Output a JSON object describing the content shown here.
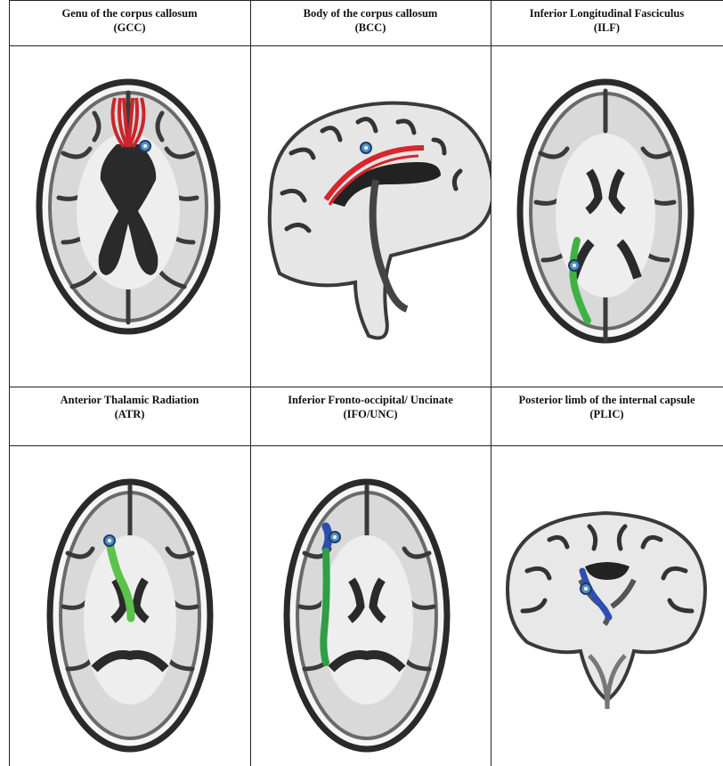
{
  "panels": [
    {
      "title": "Genu of the corpus callosum",
      "abbr": "(GCC)",
      "view": "axial",
      "tract_color": "#c8262b"
    },
    {
      "title": "Body of the corpus callosum",
      "abbr": "(BCC)",
      "view": "sagittal",
      "tract_color": "#d7262c"
    },
    {
      "title": "Inferior Longitudinal Fasciculus",
      "abbr": "(ILF)",
      "view": "axial",
      "tract_color": "#3fb244"
    },
    {
      "title": "Anterior Thalamic Radiation",
      "abbr": "(ATR)",
      "view": "axial",
      "tract_color": "#5bc24a"
    },
    {
      "title": "Inferior Fronto-occipital/ Uncinate",
      "abbr": "(IFO/UNC)",
      "view": "axial",
      "tract_color": "#2f9e45",
      "tract_color_2": "#2a4fb0"
    },
    {
      "title": "Posterior limb of the internal capsule",
      "abbr": "(PLIC)",
      "view": "coronal",
      "tract_color": "#2d4fb3"
    }
  ],
  "marker_color": "#4f8fc9"
}
